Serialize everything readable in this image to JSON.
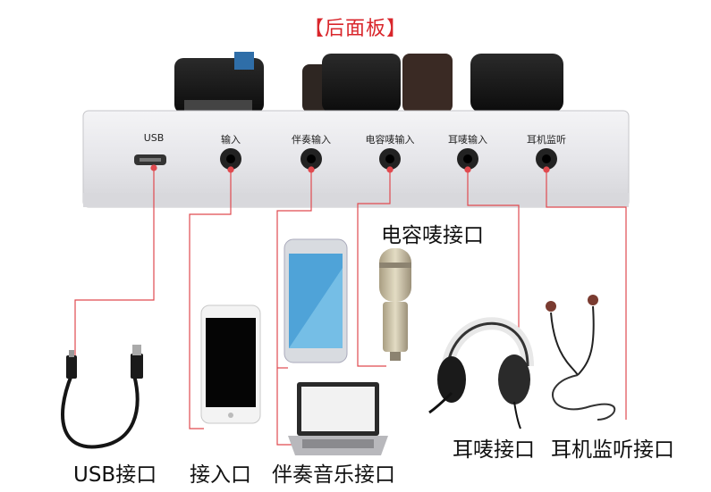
{
  "title": "【后面板】",
  "panel_ports": [
    {
      "id": "usb",
      "label": "USB"
    },
    {
      "id": "input",
      "label": "输入"
    },
    {
      "id": "accompany",
      "label": "伴奏输入"
    },
    {
      "id": "condenser",
      "label": "电容唛输入"
    },
    {
      "id": "headset-mic",
      "label": "耳唛输入"
    },
    {
      "id": "monitor",
      "label": "耳机监听"
    }
  ],
  "device_labels": {
    "usb": "USB接口",
    "input": "接入口",
    "accompany": "伴奏音乐接口",
    "condenser": "电容唛接口",
    "headset": "耳唛接口",
    "monitor": "耳机监听接口"
  },
  "colors": {
    "accent": "#d9262b",
    "line": "#e04a4f"
  }
}
